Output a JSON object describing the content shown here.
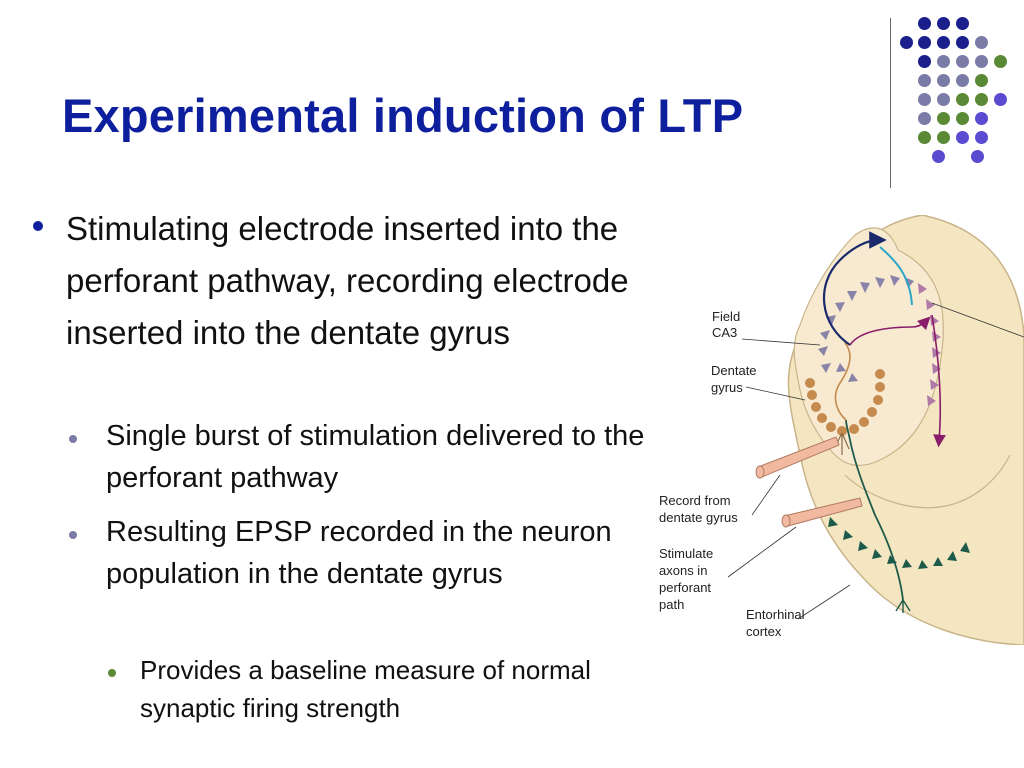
{
  "slide": {
    "title": "Experimental induction of LTP",
    "bullets": {
      "level1": "Stimulating electrode inserted into the perforant pathway, recording electrode inserted into the dentate gyrus",
      "level2": [
        "Single burst of stimulation delivered to the perforant pathway",
        "Resulting EPSP recorded in the neuron population in the dentate gyrus"
      ],
      "level3": "Provides a baseline measure of normal synaptic firing strength"
    }
  },
  "diagram": {
    "labels": {
      "field_ca3_1": "Field",
      "field_ca3_2": "CA3",
      "dentate_1": "Dentate",
      "dentate_2": "gyrus",
      "record_1": "Record from",
      "record_2": "dentate gyrus",
      "stim_1": "Stimulate",
      "stim_2": "axons in",
      "stim_3": "perforant",
      "stim_4": "path",
      "ento_1": "Entorhinal",
      "ento_2": "cortex"
    },
    "colors": {
      "tissue": "#f5e6c2",
      "tissue_edge": "#c9b48a",
      "ca3_neurons": "#8a83a8",
      "ca1_neurons": "#b07aa8",
      "granule_cells": "#c58a4e",
      "entorhinal_neurons": "#1e5a4a",
      "electrode": "#f0b9a0",
      "axon_dark": "#1b2a6b",
      "axon_cyan": "#2aa6c8",
      "axon_purple": "#8a1e6b"
    }
  },
  "decoration": {
    "dot_colors": {
      "navy": "#1a1f8c",
      "slate": "#7b7ba8",
      "green": "#5a8a36",
      "violet": "#5a4bd0"
    }
  }
}
